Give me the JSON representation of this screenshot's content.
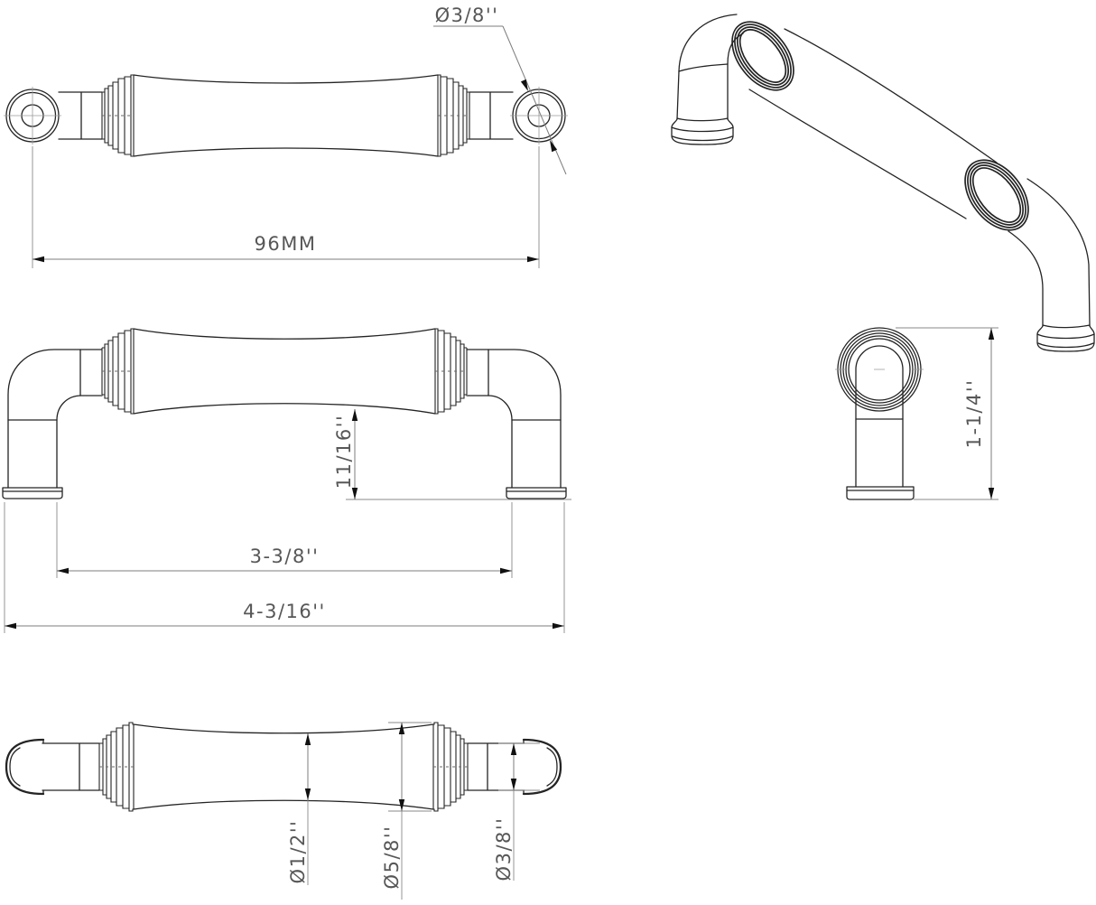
{
  "drawing": {
    "type": "technical-drawing-cabinet-pull",
    "dimensions": {
      "center_to_center": "96MM",
      "ferrule_diameter": "Ø3/8''",
      "underside_clearance": "11/16''",
      "inner_span": "3-3/8''",
      "overall_length": "4-3/16''",
      "grip_waist_diameter": "Ø1/2''",
      "end_ring_diameter": "Ø5/8''",
      "post_diameter": "Ø3/8''",
      "projection_height": "1-1/4''"
    },
    "colors": {
      "background": "#ffffff",
      "outline": "#242424",
      "dimension_line": "#7d7d7d",
      "dimension_text": "#575757",
      "arrowhead": "#111111"
    }
  }
}
